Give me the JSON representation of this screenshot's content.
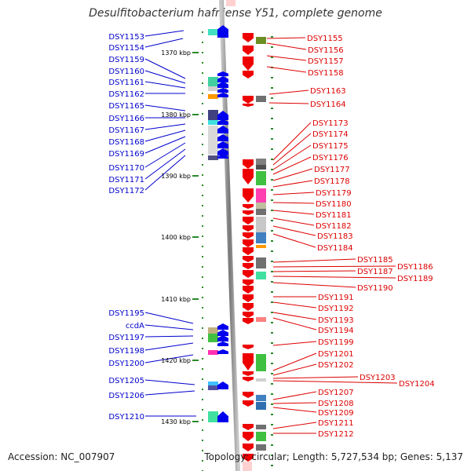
{
  "title": "Desulfitobacterium hafniense Y51, complete genome",
  "footer": {
    "accession": "Accession: NC_007907",
    "stats": "Topology: circular; Length: 5,727,534 bp; Genes: 5,137"
  },
  "colors": {
    "left_label": "#0000cc",
    "right_label": "#dd0000",
    "tick": "#2a8a2a",
    "reverse_strand": "#0000ee",
    "forward_strand": "#ee0000"
  },
  "scale_labels": [
    "1370 kbp",
    "1380 kbp",
    "1390 kbp",
    "1400 kbp",
    "1410 kbp",
    "1420 kbp",
    "1430 kbp"
  ],
  "left_labels": [
    "DSY1153",
    "DSY1154",
    "DSY1159",
    "DSY1160",
    "DSY1161",
    "DSY1162",
    "DSY1165",
    "DSY1166",
    "DSY1167",
    "DSY1168",
    "DSY1169",
    "DSY1170",
    "DSY1171",
    "DSY1172",
    "DSY1195",
    "ccdA",
    "DSY1197",
    "DSY1198",
    "DSY1200",
    "DSY1205",
    "DSY1206",
    "DSY1210"
  ],
  "right_labels": [
    "DSY1155",
    "DSY1156",
    "DSY1157",
    "DSY1158",
    "DSY1163",
    "DSY1164",
    "DSY1173",
    "DSY1174",
    "DSY1175",
    "DSY1176",
    "DSY1177",
    "DSY1178",
    "DSY1179",
    "DSY1180",
    "DSY1181",
    "DSY1182",
    "DSY1183",
    "DSY1184",
    "DSY1185",
    "DSY1186",
    "DSY1187",
    "DSY1189",
    "DSY1190",
    "DSY1191",
    "DSY1192",
    "DSY1193",
    "DSY1194",
    "DSY1199",
    "DSY1201",
    "DSY1202",
    "DSY1203",
    "DSY1204",
    "DSY1207",
    "DSY1208",
    "DSY1209",
    "DSY1211",
    "DSY1212"
  ]
}
